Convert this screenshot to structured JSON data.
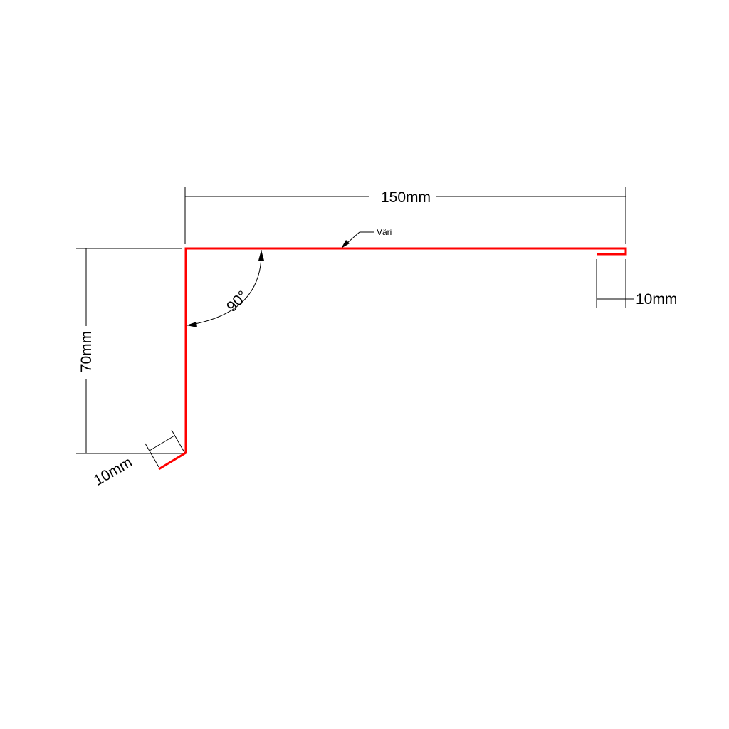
{
  "colors": {
    "profile": "#ff0000",
    "dimension": "#000000",
    "background": "#ffffff"
  },
  "labels": {
    "width": "150mm",
    "height": "70mm",
    "angle": "90°",
    "color_note": "Väri",
    "right_hem": "10mm",
    "bottom_flange": "10mm"
  }
}
